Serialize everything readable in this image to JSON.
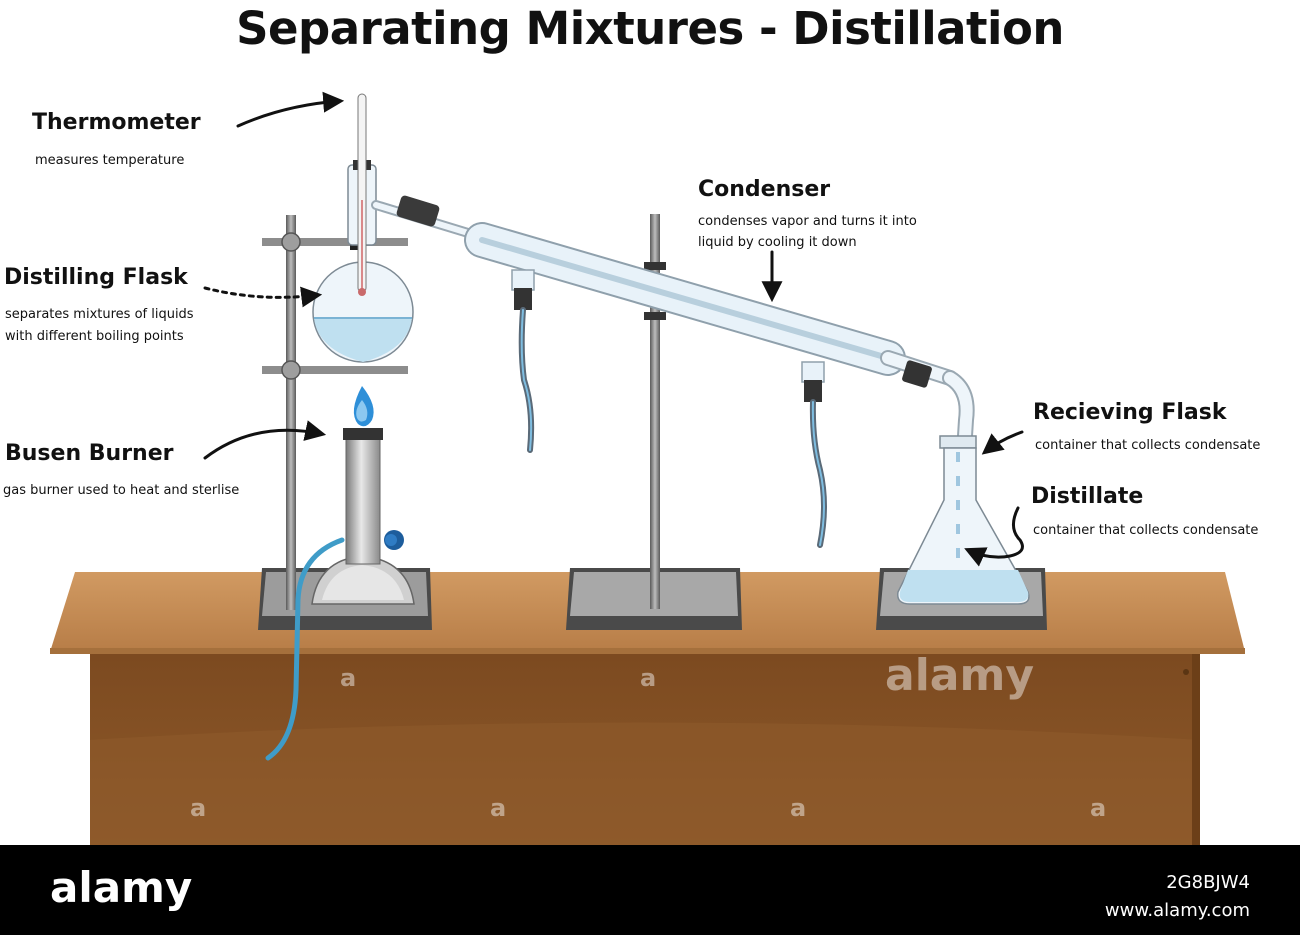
{
  "title": "Separating Mixtures - Distillation",
  "labels": {
    "thermometer": {
      "name": "Thermometer",
      "desc": "measures temperature"
    },
    "distilling_flask": {
      "name": "Distilling Flask",
      "desc_line1": "separates mixtures of liquids",
      "desc_line2": "with different boiling points"
    },
    "burner": {
      "name": "Busen Burner",
      "desc": "gas burner used to heat and sterlise"
    },
    "condenser": {
      "name": "Condenser",
      "desc_line1": "condenses vapor and turns it into",
      "desc_line2": "liquid by cooling it down"
    },
    "receiving_flask": {
      "name": "Recieving Flask",
      "desc": "container that collects condensate"
    },
    "distillate": {
      "name": "Distillate",
      "desc": "container that collects condensate"
    }
  },
  "watermark": {
    "text": "alamy",
    "small": "a"
  },
  "footer": {
    "logo": "alamy",
    "image_id": "2G8BJW4",
    "url": "www.alamy.com"
  },
  "colors": {
    "table_top": "#c8905a",
    "table_body": "#8a5426",
    "liquid": "#bfe0f0",
    "flame": "#2e8fd8",
    "tube": "#7fbde0"
  }
}
